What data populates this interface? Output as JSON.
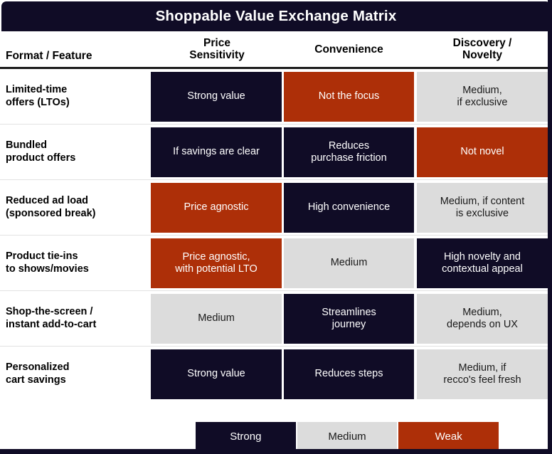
{
  "title": "Shoppable Value Exchange Matrix",
  "columns": [
    "Format / Feature",
    "Price\nSensitivity",
    "Convenience",
    "Discovery /\nNovelty"
  ],
  "rows": [
    {
      "label": "Limited-time\noffers (LTOs)",
      "cells": [
        {
          "text": "Strong value",
          "level": "strong"
        },
        {
          "text": "Not the focus",
          "level": "weak"
        },
        {
          "text": "Medium,\nif exclusive",
          "level": "medium"
        }
      ]
    },
    {
      "label": "Bundled\nproduct offers",
      "cells": [
        {
          "text": "If savings are clear",
          "level": "strong"
        },
        {
          "text": "Reduces\npurchase friction",
          "level": "strong"
        },
        {
          "text": "Not novel",
          "level": "weak"
        }
      ]
    },
    {
      "label": "Reduced ad load\n(sponsored break)",
      "cells": [
        {
          "text": "Price agnostic",
          "level": "weak"
        },
        {
          "text": "High convenience",
          "level": "strong"
        },
        {
          "text": "Medium, if content\nis exclusive",
          "level": "medium"
        }
      ]
    },
    {
      "label": "Product tie-ins\nto shows/movies",
      "cells": [
        {
          "text": "Price agnostic,\nwith potential LTO",
          "level": "weak"
        },
        {
          "text": "Medium",
          "level": "medium"
        },
        {
          "text": "High novelty and\ncontextual appeal",
          "level": "strong"
        }
      ]
    },
    {
      "label": "Shop-the-screen /\ninstant add-to-cart",
      "cells": [
        {
          "text": "Medium",
          "level": "medium"
        },
        {
          "text": "Streamlines\njourney",
          "level": "strong"
        },
        {
          "text": "Medium,\ndepends on UX",
          "level": "medium"
        }
      ]
    },
    {
      "label": "Personalized\ncart savings",
      "cells": [
        {
          "text": "Strong value",
          "level": "strong"
        },
        {
          "text": "Reduces steps",
          "level": "strong"
        },
        {
          "text": "Medium, if\nrecco's feel fresh",
          "level": "medium"
        }
      ]
    }
  ],
  "legend": [
    {
      "label": "Strong",
      "level": "strong"
    },
    {
      "label": "Medium",
      "level": "medium"
    },
    {
      "label": "Weak",
      "level": "weak"
    }
  ],
  "colors": {
    "strong": "#100c26",
    "medium": "#dcdcdc",
    "weak": "#ad2f08",
    "background": "#ffffff",
    "title_text": "#ffffff",
    "header_rule": "#1b1b1b"
  }
}
